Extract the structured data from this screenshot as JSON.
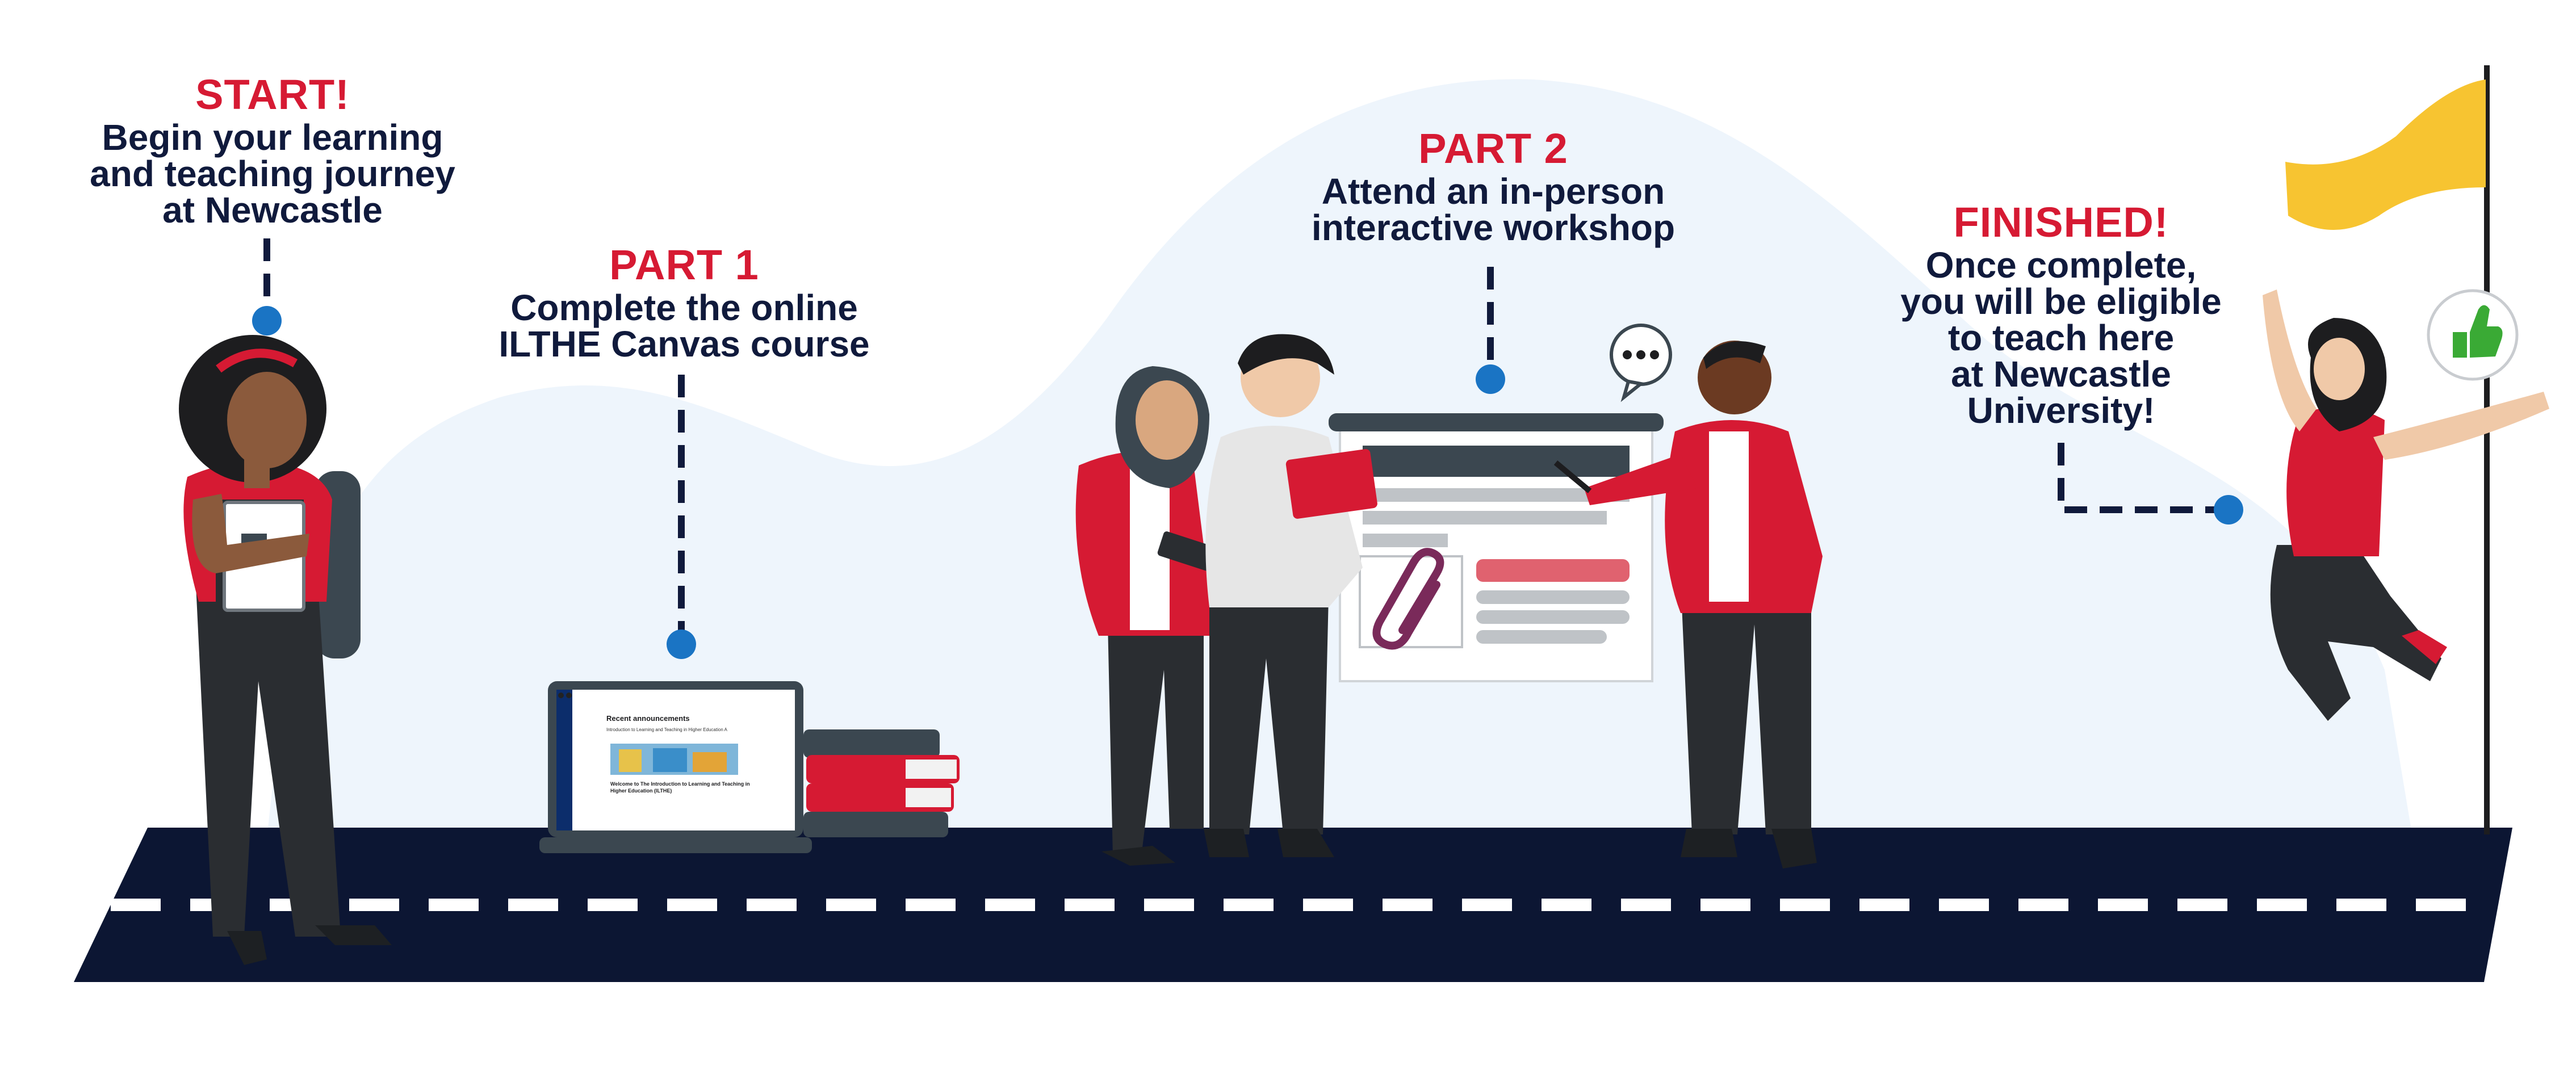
{
  "steps": [
    {
      "id": "start",
      "heading": "START!",
      "lines": [
        "Begin your learning",
        "and teaching journey",
        "at Newcastle"
      ]
    },
    {
      "id": "part1",
      "heading": "PART 1",
      "lines": [
        "Complete the online",
        "ILTHE Canvas course"
      ]
    },
    {
      "id": "part2",
      "heading": "PART 2",
      "lines": [
        "Attend an in-person",
        "interactive workshop"
      ]
    },
    {
      "id": "finished",
      "heading": "FINISHED!",
      "lines": [
        "Once complete,",
        "you will be eligible",
        "to teach here",
        "at Newcastle",
        "University!"
      ]
    }
  ],
  "laptop_screen": {
    "heading": "Recent announcements",
    "subheading": "Introduction to Learning and Teaching in Higher Education A",
    "welcome": "Welcome to The Introduction to Learning and Teaching in Higher Education (ILTHE)"
  },
  "colors": {
    "accent_red": "#d61a33",
    "navy": "#101a3c",
    "road": "#0c1633",
    "marker_blue": "#1a74c4",
    "flag_yellow": "#f7c431",
    "background_wave": "#eef5fc"
  },
  "icons": [
    "paperclip-icon",
    "speech-bubble-icon",
    "thumbs-up-icon",
    "flag-icon"
  ]
}
